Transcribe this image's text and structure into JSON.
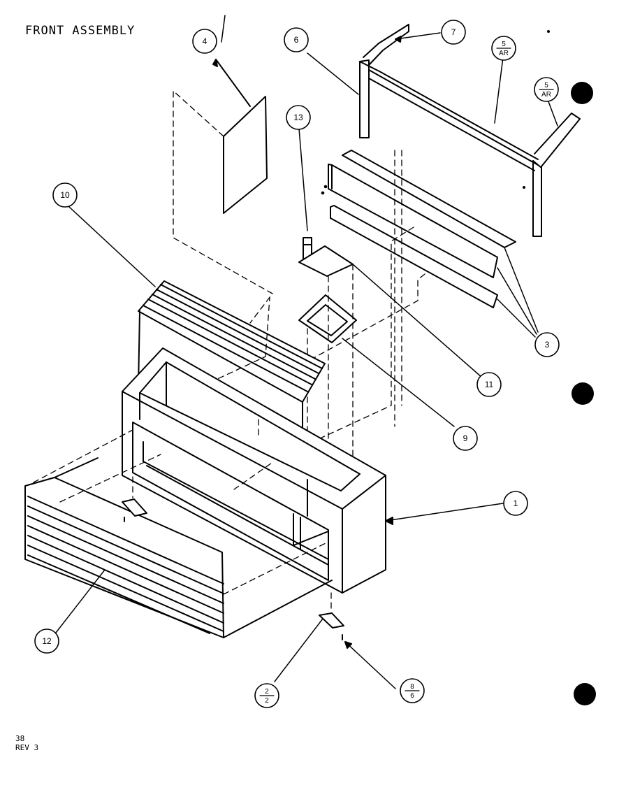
{
  "title": "FRONT ASSEMBLY",
  "footer": {
    "page": "38",
    "revision": "REV 3"
  },
  "callouts": [
    {
      "id": "c1",
      "label": "1"
    },
    {
      "id": "c2",
      "top": "2",
      "bottom": "2"
    },
    {
      "id": "c3",
      "label": "3"
    },
    {
      "id": "c4",
      "label": "4"
    },
    {
      "id": "c5a",
      "top": "5",
      "bottom": "AR"
    },
    {
      "id": "c5b",
      "top": "5",
      "bottom": "AR"
    },
    {
      "id": "c6",
      "label": "6"
    },
    {
      "id": "c7",
      "label": "7"
    },
    {
      "id": "c8",
      "top": "8",
      "bottom": "6"
    },
    {
      "id": "c9",
      "label": "9"
    },
    {
      "id": "c10",
      "label": "10"
    },
    {
      "id": "c11",
      "label": "11"
    },
    {
      "id": "c12",
      "label": "12"
    },
    {
      "id": "c13",
      "label": "13"
    }
  ]
}
